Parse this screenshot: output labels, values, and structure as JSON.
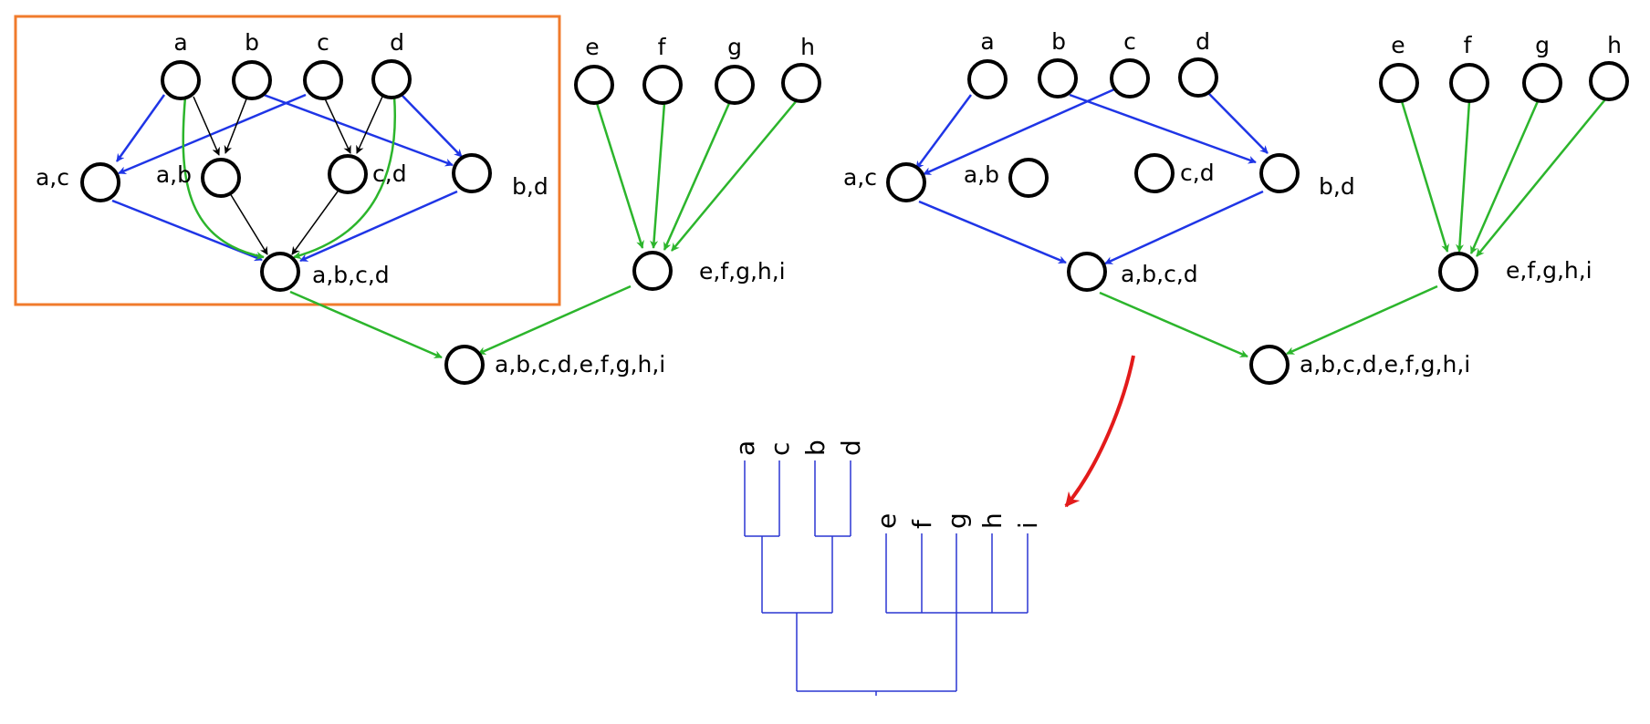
{
  "colors": {
    "blue": "#1f35e6",
    "green": "#2cb52c",
    "black": "#000000",
    "red": "#e31b1b",
    "orange": "#f07b2c",
    "dendro": "#2a36d2"
  },
  "left_graph": {
    "top_labels": [
      "a",
      "b",
      "c",
      "d",
      "e",
      "f",
      "g",
      "h"
    ],
    "mid_labels": [
      "a,c",
      "a,b",
      "c,d",
      "b,d"
    ],
    "lower_labels": [
      "a,b,c,d",
      "e,f,g,h,i"
    ],
    "root_label": "a,b,c,d,e,f,g,h,i"
  },
  "right_graph": {
    "top_labels": [
      "a",
      "b",
      "c",
      "d",
      "e",
      "f",
      "g",
      "h"
    ],
    "mid_labels": [
      "a,c",
      "a,b",
      "c,d",
      "b,d"
    ],
    "lower_labels": [
      "a,b,c,d",
      "e,f,g,h,i"
    ],
    "root_label": "a,b,c,d,e,f,g,h,i"
  },
  "dendrogram": {
    "leaves": [
      "a",
      "c",
      "b",
      "d",
      "e",
      "f",
      "g",
      "h",
      "i"
    ]
  }
}
